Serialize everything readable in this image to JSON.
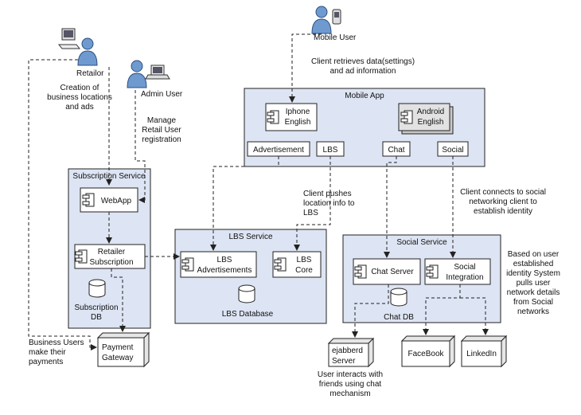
{
  "actors": {
    "retailer": "Retailor",
    "admin": "Admin User",
    "mobile": "Mobile User"
  },
  "notes": {
    "retailer_1": "Creation of",
    "retailer_2": "business locations",
    "retailer_3": "and ads",
    "admin_1": "Manage",
    "admin_2": "Retail User",
    "admin_3": "registration",
    "mobile_1": "Client retrieves data(settings)",
    "mobile_2": "and ad information",
    "lbs_1": "Client pushes",
    "lbs_2": "location info to",
    "lbs_3": "LBS",
    "social_1": "Client connects to social",
    "social_2": "networking client to",
    "social_3": "establish identity",
    "identity_1": "Based on user",
    "identity_2": "established",
    "identity_3": "identity System",
    "identity_4": "pulls user",
    "identity_5": "network details",
    "identity_6": "from Social",
    "identity_7": "networks",
    "business_1": "Business Users",
    "business_2": "make their",
    "business_3": "payments",
    "chat_1": "User interacts with",
    "chat_2": "friends using chat",
    "chat_3": "mechanism"
  },
  "mobile_app": {
    "title": "Mobile App",
    "iphone_1": "Iphone",
    "iphone_2": "English",
    "android_1": "Android",
    "android_2": "English",
    "advertisement": "Advertisement",
    "lbs": "LBS",
    "chat": "Chat",
    "social": "Social"
  },
  "subscription": {
    "title": "Subscription Service",
    "webapp": "WebApp",
    "retailer_1": "Retailer",
    "retailer_2": "Subscription",
    "db_1": "Subscription",
    "db_2": "DB"
  },
  "lbs_service": {
    "title": "LBS Service",
    "ads_1": "LBS",
    "ads_2": "Advertisements",
    "core_1": "LBS",
    "core_2": "Core",
    "db": "LBS Database"
  },
  "social_service": {
    "title": "Social Service",
    "chat_server": "Chat Server",
    "integration_1": "Social",
    "integration_2": "Integration",
    "db": "Chat DB"
  },
  "external": {
    "payment_1": "Payment",
    "payment_2": "Gateway",
    "ejabberd_1": "ejabberd",
    "ejabberd_2": "Server",
    "facebook": "FaceBook",
    "linkedin": "LinkedIn"
  }
}
